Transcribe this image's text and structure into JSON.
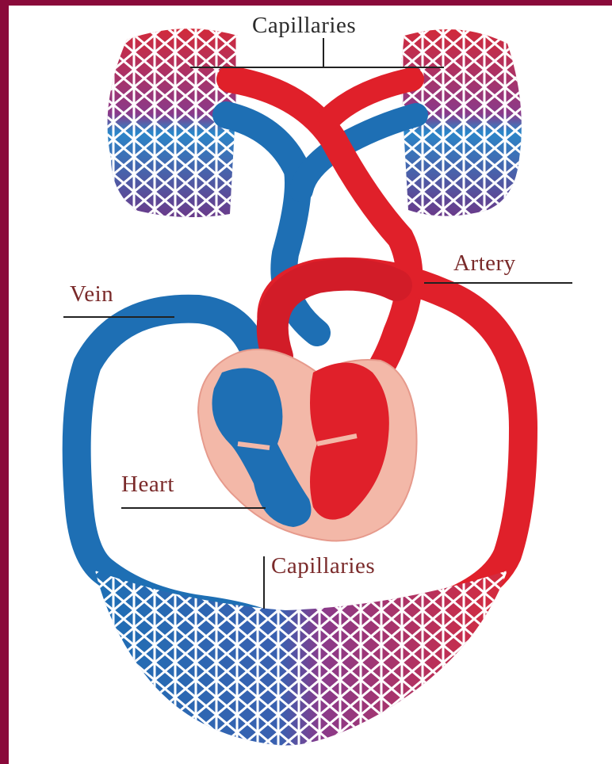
{
  "diagram": {
    "labels": {
      "capillaries_top": "Capillaries",
      "artery": "Artery",
      "vein": "Vein",
      "heart": "Heart",
      "capillaries_bottom": "Capillaries"
    },
    "colors": {
      "frame": "#8a0a3a",
      "artery_red": "#e0202a",
      "vein_blue": "#1e6fb4",
      "heart_pink": "#f3b8a8",
      "capillary_purple": "#7a3a8a",
      "leader_line": "#222222"
    }
  }
}
